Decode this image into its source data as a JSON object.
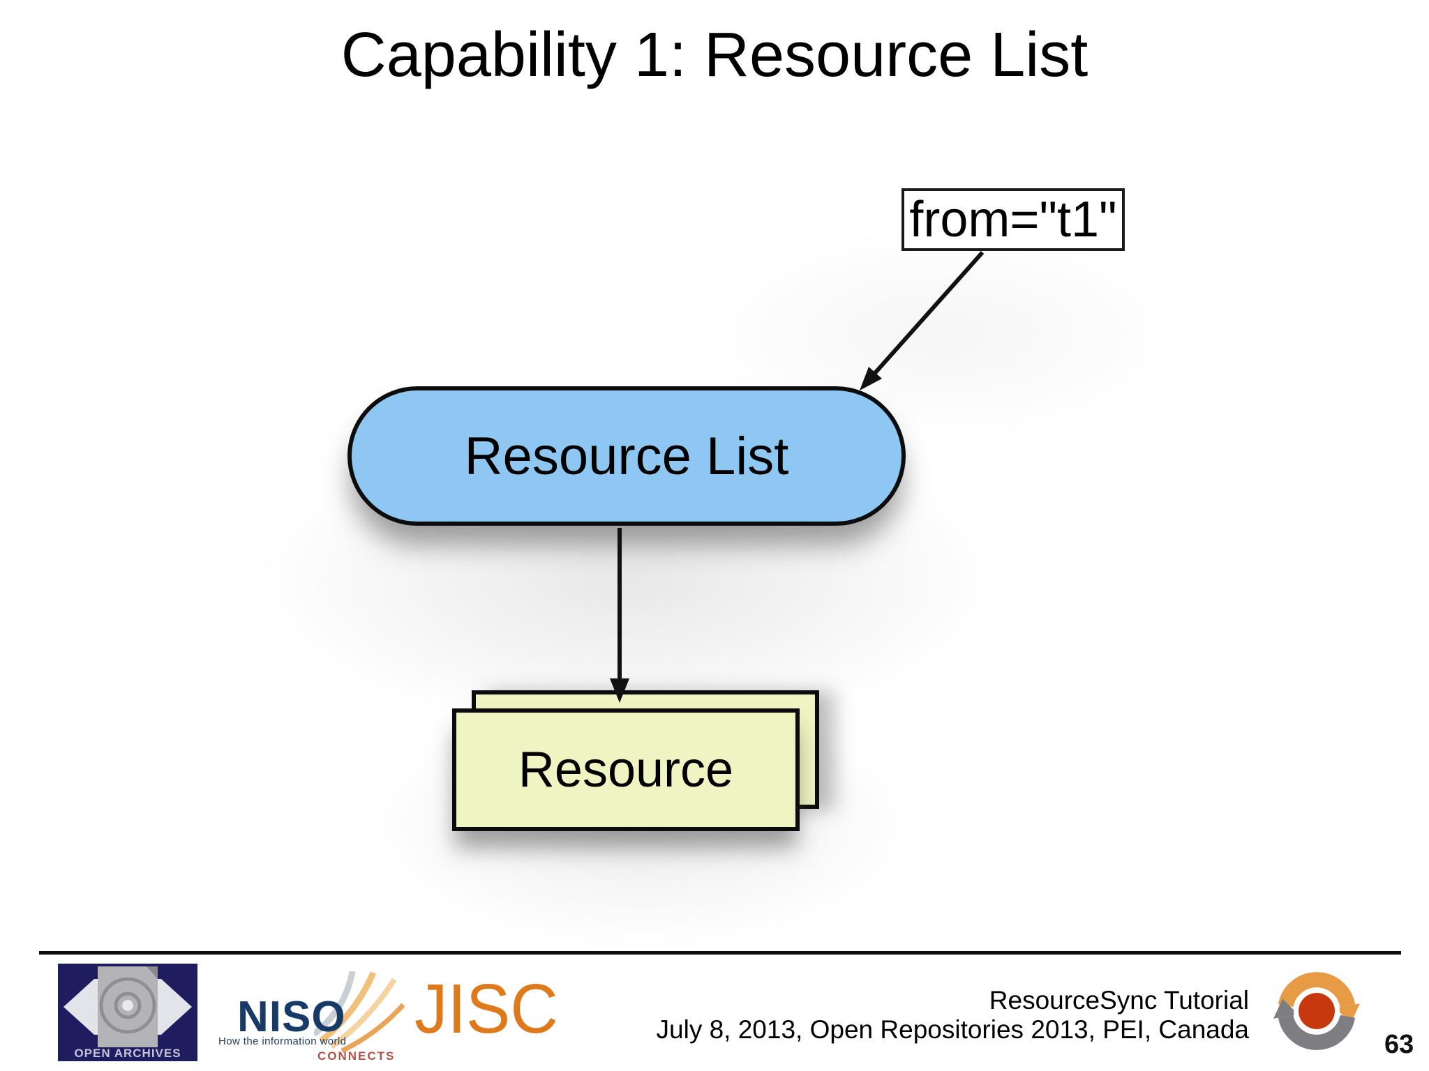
{
  "title": "Capability 1: Resource List",
  "page_number": "63",
  "diagram": {
    "from_label": "from=\"t1\"",
    "resource_list": "Resource List",
    "resource": "Resource",
    "colors": {
      "resource_list_fill": "#8EC7F2",
      "resource_fill": "#EFF4C2",
      "stroke": "#0c0c0c"
    }
  },
  "footer": {
    "line1": "ResourceSync Tutorial",
    "line2": "July 8, 2013, Open Repositories 2013, PEI, Canada",
    "open_archives_label": "OPEN ARCHIVES",
    "niso": {
      "name": "NISO",
      "tagline": "How the information world",
      "tagline2": "CONNECTS"
    },
    "jisc": "JISC",
    "colors": {
      "jisc_orange": "#DE7A1C",
      "niso_navy": "#173A66",
      "connects_red": "#B0524A",
      "open_archives_navy": "#1D1D5F",
      "sync_logo_orange": "#E89B45",
      "sync_logo_gray": "#7E7E82",
      "sync_logo_red": "#C8380F"
    }
  }
}
